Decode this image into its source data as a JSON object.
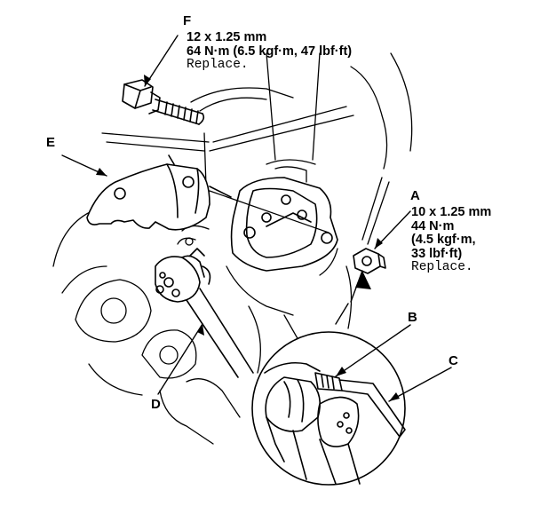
{
  "callouts": {
    "F": {
      "letter": "F",
      "size": "12 x 1.25 mm",
      "torque": "64 N·m (6.5 kgf·m, 47 lbf·ft)",
      "note": "Replace."
    },
    "E": {
      "letter": "E"
    },
    "A": {
      "letter": "A",
      "size": "10 x 1.25 mm",
      "torque_nm": "44 N·m",
      "torque_kgf": "(4.5 kgf·m,",
      "torque_lbf": "33 lbf·ft)",
      "note": "Replace."
    },
    "B": {
      "letter": "B"
    },
    "C": {
      "letter": "C"
    },
    "D": {
      "letter": "D"
    }
  },
  "colors": {
    "line": "#000000",
    "background": "#ffffff"
  }
}
